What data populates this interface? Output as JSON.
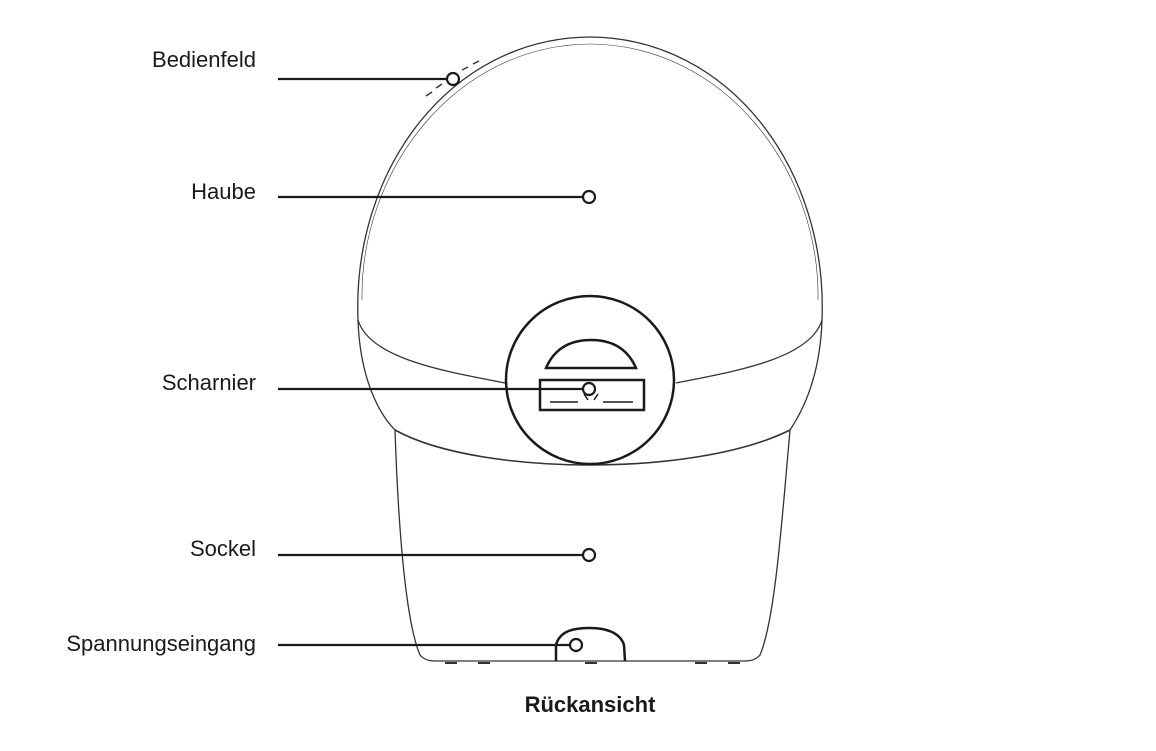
{
  "labels": {
    "control_panel": "Bedienfeld",
    "hood": "Haube",
    "hinge": "Scharnier",
    "base": "Sockel",
    "power_input": "Spannungseingang"
  },
  "caption": "Rückansicht",
  "colors": {
    "line": "#1a1a1a",
    "background": "#ffffff"
  }
}
